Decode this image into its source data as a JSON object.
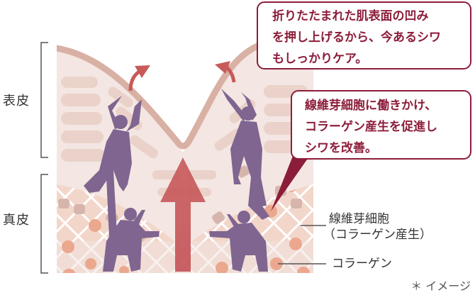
{
  "layers": {
    "epidermis": "表皮",
    "dermis": "真皮"
  },
  "callouts": [
    {
      "lines": [
        "折りたたまれた肌表面の凹み",
        "を押し上げるから、今あるシワ",
        "もしっかりケア。"
      ]
    },
    {
      "lines": [
        "線維芽細胞に働きかけ、",
        "コラーゲン産生を促進し",
        "シワを改善。"
      ]
    }
  ],
  "legend": {
    "fibroblast": "線維芽細胞",
    "fibroblast_note": "（コラーゲン産生）",
    "collagen": "コラーゲン"
  },
  "note": "＊ イメージ",
  "colors": {
    "accent": "#8c1d3a",
    "figure": "#7f6590",
    "arrow": "#c0494f",
    "surface": "#d9b0a4",
    "dermis": "#f3d9cf",
    "dot": "#eba88f"
  }
}
